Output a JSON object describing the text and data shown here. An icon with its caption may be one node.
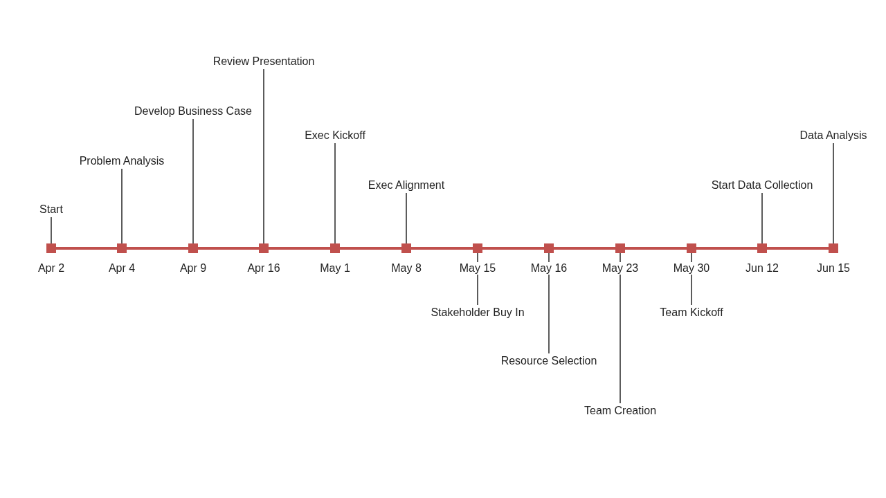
{
  "diagram": {
    "nodes": [
      {
        "text": [
          "Start"
        ]
      },
      {
        "text": [
          "Problem Analysis"
        ]
      },
      {
        "text": [
          "Develop Business Case"
        ]
      },
      {
        "text": [
          "Review Presentation"
        ]
      },
      {
        "text": [
          "Exec Kickoff"
        ]
      },
      {
        "text": [
          "Exec Alignment"
        ]
      },
      {
        "text": [
          "Stakeholder Buy In"
        ]
      },
      {
        "text": [
          "Resource Selection"
        ]
      },
      {
        "text": [
          "Team Creation"
        ]
      },
      {
        "text": [
          "Team Kickoff"
        ]
      },
      {
        "text": [
          "Start Data Collection"
        ]
      },
      {
        "text": [
          "Data Analysis"
        ]
      },
      {
        "text": [],
        "shape": "box",
        "beside": [
          "Apr 2"
        ]
      },
      {
        "text": [],
        "shape": "box",
        "beside": [
          "Apr 4"
        ]
      },
      {
        "text": [],
        "shape": "box",
        "beside": [
          "Apr 9"
        ]
      },
      {
        "text": [],
        "shape": "box",
        "beside": [
          "Apr 16"
        ]
      },
      {
        "text": [],
        "shape": "box",
        "beside": [
          "May 1"
        ]
      },
      {
        "text": [],
        "shape": "box",
        "beside": [
          "May 8"
        ]
      },
      {
        "text": [],
        "shape": "box",
        "beside": [
          "May 15"
        ]
      },
      {
        "text": [],
        "shape": "box",
        "beside": [
          "May 16"
        ]
      },
      {
        "text": [],
        "shape": "box",
        "beside": [
          "May 23"
        ]
      },
      {
        "text": [],
        "shape": "box",
        "beside": [
          "May 30"
        ]
      },
      {
        "text": [],
        "shape": "box",
        "beside": [
          "Jun 12"
        ]
      },
      {
        "text": [],
        "shape": "box",
        "beside": [
          "Jun 15"
        ]
      }
    ],
    "edges": [
      {
        "from": 0,
        "to": 12,
        "arrow": "none"
      },
      {
        "from": 1,
        "to": 13,
        "arrow": "none"
      },
      {
        "from": 2,
        "to": 14,
        "arrow": "none"
      },
      {
        "from": 3,
        "to": 15,
        "arrow": "none"
      },
      {
        "from": 4,
        "to": 16,
        "arrow": "none"
      },
      {
        "from": 5,
        "to": 17,
        "arrow": "none"
      },
      {
        "from": 6,
        "to": 18,
        "arrow": "none"
      },
      {
        "from": 7,
        "to": 19,
        "arrow": "none"
      },
      {
        "from": 8,
        "to": 20,
        "arrow": "none"
      },
      {
        "from": 9,
        "to": 21,
        "arrow": "none"
      },
      {
        "from": 10,
        "to": 22,
        "arrow": "none"
      },
      {
        "from": 11,
        "to": 23,
        "arrow": "none"
      },
      {
        "from": 12,
        "to": 13,
        "arrow": "none",
        "style": "thick",
        "color": "#c0504d"
      },
      {
        "from": 13,
        "to": 14,
        "arrow": "none",
        "style": "thick",
        "color": "#c0504d"
      },
      {
        "from": 14,
        "to": 15,
        "arrow": "none",
        "style": "thick",
        "color": "#c0504d"
      },
      {
        "from": 15,
        "to": 16,
        "arrow": "none",
        "style": "thick",
        "color": "#c0504d"
      },
      {
        "from": 16,
        "to": 17,
        "arrow": "none",
        "style": "thick",
        "color": "#c0504d"
      },
      {
        "from": 17,
        "to": 18,
        "arrow": "none",
        "style": "thick",
        "color": "#c0504d"
      },
      {
        "from": 18,
        "to": 19,
        "arrow": "none",
        "style": "thick",
        "color": "#c0504d"
      },
      {
        "from": 19,
        "to": 20,
        "arrow": "none",
        "style": "thick",
        "color": "#c0504d"
      },
      {
        "from": 20,
        "to": 21,
        "arrow": "none",
        "style": "thick",
        "color": "#c0504d"
      },
      {
        "from": 21,
        "to": 22,
        "arrow": "none",
        "style": "thick",
        "color": "#c0504d"
      },
      {
        "from": 22,
        "to": 23,
        "arrow": "none",
        "style": "thick",
        "color": "#c0504d"
      }
    ]
  }
}
